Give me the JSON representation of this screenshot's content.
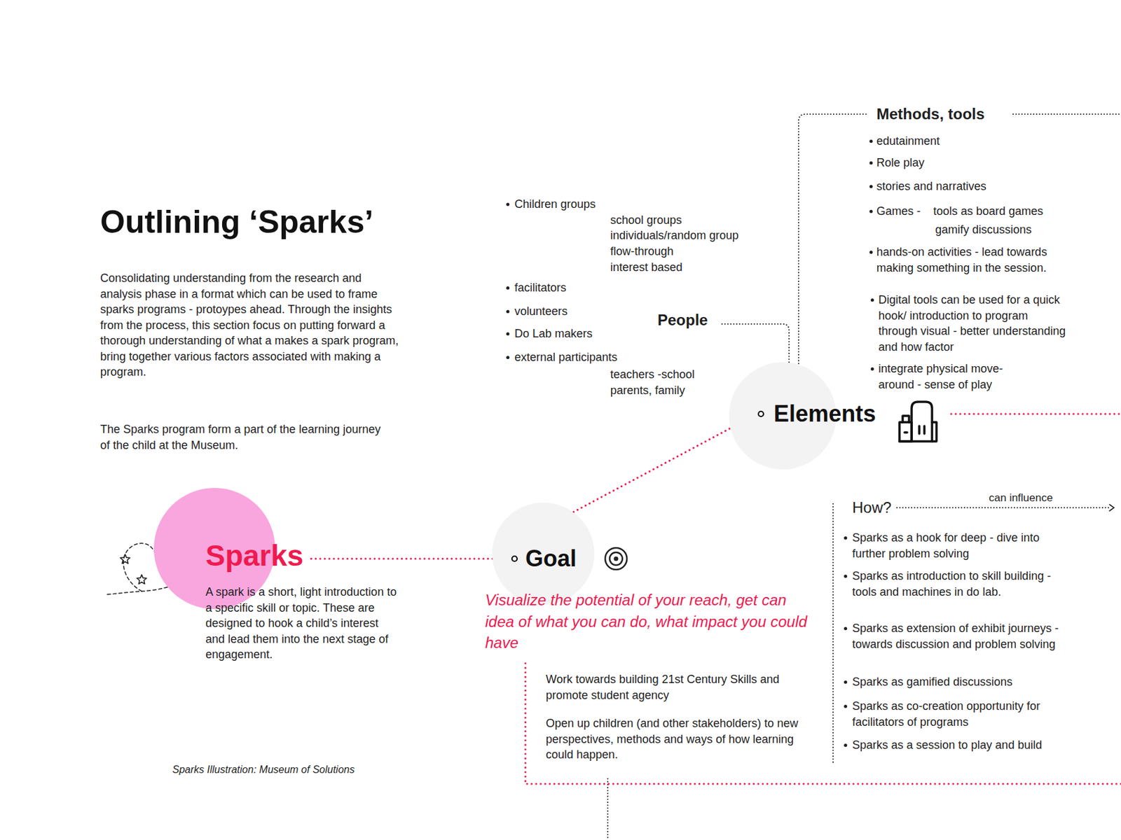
{
  "diagram": {
    "title": "Outlining ‘Sparks’",
    "caption": "Sparks Illustration: Museum of Solutions",
    "nodes": [
      {
        "text": [
          "Sparks",
          "A spark is a short, light introduction to a specific skill or topic. These are designed to hook a child’s interest and lead them into the next stage of engagement."
        ]
      },
      {
        "text": [
          "Goal"
        ]
      },
      {
        "text": [
          "Elements"
        ]
      }
    ],
    "edges": [
      {
        "from": 0,
        "to": 1,
        "arrow": "none"
      },
      {
        "from": 1,
        "to": 2,
        "arrow": "none"
      }
    ],
    "labels": [
      "Consolidating understanding from the research and analysis phase in a format which can be used to frame sparks programs - protoypes ahead. Through the insights from the process, this section focus on putting forward a thorough understanding of what a makes a spark program, bring together various factors associated with making a program.",
      "The Sparks program form a part of the learning journey of the child at the Museum.",
      "Children groups",
      "school groups",
      "individuals/random group",
      "flow-through",
      "interest based",
      "facilitators",
      "volunteers",
      "Do Lab makers",
      "external participants",
      "teachers -school",
      "parents, family",
      "People",
      "Methods, tools",
      "edutainment",
      "Role play",
      "stories and narratives",
      "Games -",
      "tools as board games",
      "gamify discussions",
      "hands-on activities - lead towards making something in the session.",
      "Digital tools can be used for a quick hook/ introduction to program through visual - better understanding and how factor",
      "integrate physical move-around - sense of play",
      "Visualize the potential of your reach, get can idea of what you can do, what impact you could have",
      "Work towards building 21st Century Skills and promote student agency",
      "Open up children (and other stakeholders) to new perspectives, methods and ways of how learning could happen.",
      "How?",
      "can influence",
      "Sparks as a hook for deep - dive into further problem solving",
      "Sparks as introduction to skill building - tools and machines in do lab.",
      "Sparks as extension of exhibit journeys - towards discussion and problem solving",
      "Sparks as gamified discussions",
      "Sparks as co-creation opportunity for facilitators of programs",
      "Sparks as a session to play and build"
    ]
  }
}
